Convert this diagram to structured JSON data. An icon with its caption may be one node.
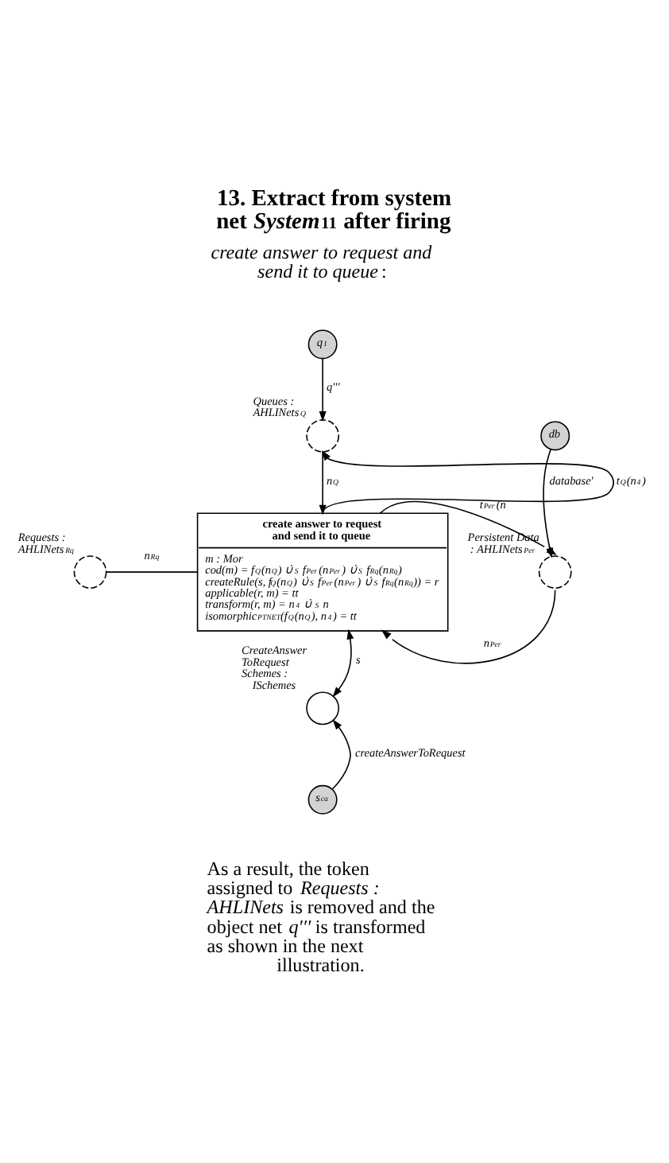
{
  "diagram": {
    "title": "13. Extract from system net *System*$^{11}$ after firing",
    "nodes": [
      {
        "text": [
          "q$_{1}$"
        ]
      },
      {
        "text": [],
        "shape": "circle",
        "beside": [
          "Queues : AHLINets$_{Q}$"
        ]
      },
      {
        "text": [
          "create answer to request and send it to queue",
          "m : Mor",
          "cod(m) = f$_{Q}$(n$_{Q}$) ∪̇$_{S}$ f$_{Per}$(n$_{Per}$) ∪̇$_{S}$ f$_{Rq}$(n$_{Rq}$)",
          "createRule(s, f$_{Q}$(n$_{Q}$) ∪̇$_{S}$ f$_{Per}$(n$_{Per}$) ∪̇$_{S}$ f$_{Rq}$(n$_{Rq}$)) = r",
          "applicable(r, m) = tt",
          "transform(r, m) = n$_{4}$ ∪̇$_{S}$ n",
          "isomorphic$_{PTNET}$(f$_{Q}$(n$_{Q}$), n$_{4}$) = tt"
        ]
      },
      {
        "text": [
          "db"
        ]
      },
      {
        "text": [],
        "shape": "circle",
        "beside": [
          "Requests : AHLINets$_{Rq}$"
        ]
      },
      {
        "text": [],
        "shape": "circle",
        "beside": [
          "Persistent Data : AHLINets$_{Per}$"
        ]
      },
      {
        "text": [],
        "shape": "circle",
        "beside": [
          "CreateAnswer ToRequest Schemes : ISchemes"
        ]
      },
      {
        "text": [
          "s$_{ca}$"
        ]
      }
    ],
    "edges": [
      {
        "from": 0,
        "to": 1,
        "arrow": "to",
        "label": "q′′′"
      },
      {
        "from": 2,
        "to": 1,
        "arrow": "to",
        "label": "t$_{Q}$(n$_{4}$)"
      },
      {
        "from": 1,
        "to": 2,
        "arrow": "to",
        "label": "n$_{Q}$"
      },
      {
        "from": 2,
        "to": 5,
        "arrow": "to",
        "label": "t$_{Per}$(n"
      },
      {
        "from": 3,
        "to": 5,
        "arrow": "to",
        "label": "database′"
      },
      {
        "from": 5,
        "to": 2,
        "arrow": "to",
        "label": "n$_{Per}$"
      },
      {
        "from": 4,
        "to": 2,
        "arrow": "none",
        "label": "n$_{Rq}$"
      },
      {
        "from": 6,
        "to": 2,
        "arrow": "both",
        "label": "s"
      },
      {
        "from": 7,
        "to": 6,
        "arrow": "to",
        "label": "createAnswerToRequest"
      }
    ],
    "labels": [
      "*create answer to request and send it to queue*:"
    ],
    "caption": "As a result, the token assigned to *Requests : AHLINets* is removed and the object net *q′′′* is transformed as shown in the next illustration."
  }
}
